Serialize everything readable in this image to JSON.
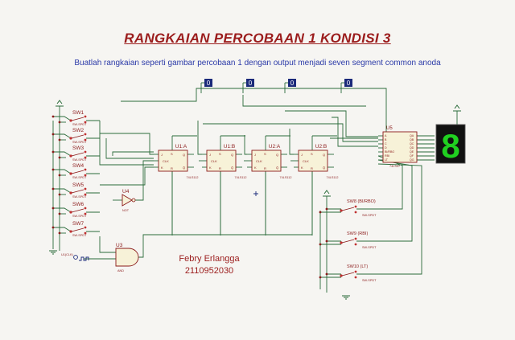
{
  "title": "RANGKAIAN PERCOBAAN 1 KONDISI 3",
  "subtitle": "Buatlah rangkaian seperti gambar percobaan 1 dengan output menjadi seven segment common anoda",
  "author": {
    "name": "Febry Erlangga",
    "id": "2110952030"
  },
  "switches": [
    {
      "label": "SW1",
      "type": "SW-SPDT"
    },
    {
      "label": "SW2",
      "type": "SW-SPDT"
    },
    {
      "label": "SW3",
      "type": "SW-SPDT"
    },
    {
      "label": "SW4",
      "type": "SW-SPDT"
    },
    {
      "label": "SW5",
      "type": "SW-SPDT"
    },
    {
      "label": "SW6",
      "type": "SW-SPDT"
    },
    {
      "label": "SW7",
      "type": "SW-SPDT"
    }
  ],
  "right_switches": [
    {
      "label": "SW8 (BI/RBO)",
      "type": "SW-SPDT"
    },
    {
      "label": "SW9 (RBI)",
      "type": "SW-SPDT"
    },
    {
      "label": "SW10 (LT)",
      "type": "SW-SPDT"
    }
  ],
  "flipflops": [
    {
      "label": "U1:A",
      "part": "74LS112"
    },
    {
      "label": "U1:B",
      "part": "74LS112"
    },
    {
      "label": "U2:A",
      "part": "74LS112"
    },
    {
      "label": "U2:B",
      "part": "74LS112"
    }
  ],
  "ff_pins": {
    "j": "J",
    "clk": "CLK",
    "k": "K",
    "q": "Q",
    "qbar": "Q̄",
    "s": "S",
    "r": "R"
  },
  "not_gate": {
    "label": "U4",
    "part": "NOT"
  },
  "and_gate": {
    "label": "U3",
    "part": "AND"
  },
  "decoder": {
    "label": "U5",
    "part": "74LS47",
    "inputs": [
      "A",
      "B",
      "C",
      "D",
      "BI/RBO",
      "RBI",
      "LT"
    ],
    "outputs": [
      "QA",
      "QB",
      "QC",
      "QD",
      "QE",
      "QF",
      "QG"
    ]
  },
  "clock": {
    "label": "U1(CLK)"
  },
  "probes": [
    "0",
    "0",
    "0",
    "0"
  ],
  "display": {
    "digit": "8",
    "color": "#20d020",
    "bg": "#111111"
  },
  "colors": {
    "wire": "#2a6b3a",
    "component": "#8b1a1a",
    "body": "#f7f2d8",
    "probe": "#1b2a7a"
  }
}
